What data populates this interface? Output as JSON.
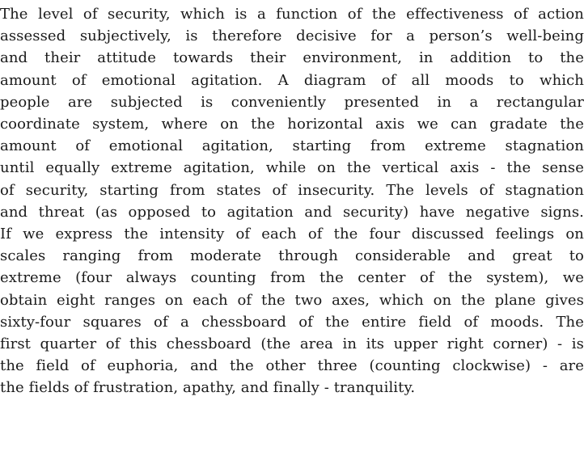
{
  "document": {
    "paragraph_lines": [
      "The level of security, which is a function of the effectiveness of action",
      "assessed subjectively, is therefore decisive for a person’s well-being",
      "and their attitude towards their environment, in addition to the",
      "amount of emotional agitation. A diagram of all moods to which",
      "people are subjected is conveniently presented in a rectangular",
      "coordinate system, where on the horizontal axis we can gradate the",
      "amount of emotional agitation, starting from extreme stagnation",
      "until equally extreme agitation, while on the vertical axis - the sense",
      "of security, starting from states of insecurity. The levels of stagnation",
      "and threat (as opposed to agitation and security) have negative signs.",
      "If we express the intensity of each of the four discussed feelings on",
      "scales ranging from moderate through considerable and great to",
      "extreme (four always counting from the center of the system), we",
      "obtain eight ranges on each of the two axes, which on the plane gives",
      "sixty-four squares of a chessboard of the entire field of moods. The",
      "first quarter of this chessboard (the area in its upper right corner) - is",
      "the field of euphoria, and the other three (counting clockwise) - are",
      "the fields of frustration, apathy, and finally - tranquility."
    ]
  }
}
